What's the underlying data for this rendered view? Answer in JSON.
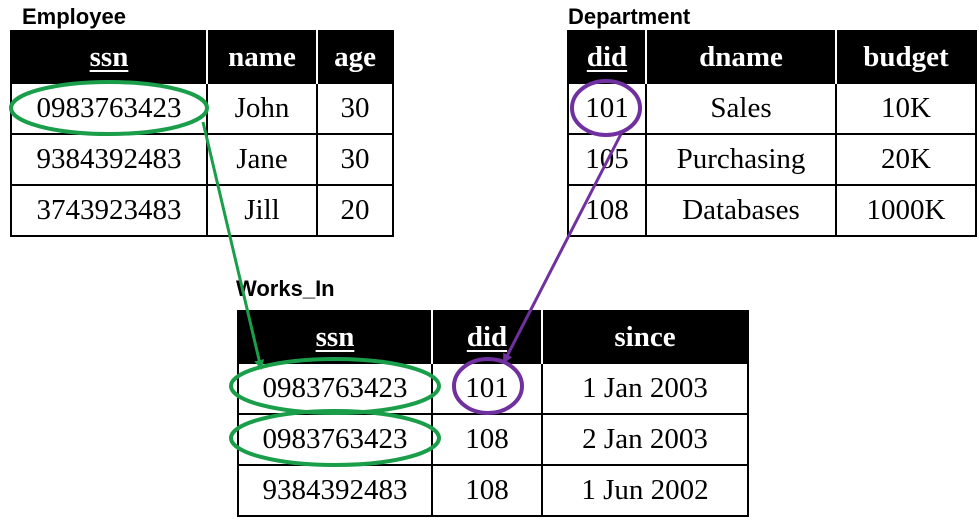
{
  "employee": {
    "title": "Employee",
    "headers": [
      "ssn",
      "name",
      "age"
    ],
    "rows": [
      [
        "0983763423",
        "John",
        "30"
      ],
      [
        "9384392483",
        "Jane",
        "30"
      ],
      [
        "3743923483",
        "Jill",
        "20"
      ]
    ]
  },
  "department": {
    "title": "Department",
    "headers": [
      "did",
      "dname",
      "budget"
    ],
    "rows": [
      [
        "101",
        "Sales",
        "10K"
      ],
      [
        "105",
        "Purchasing",
        "20K"
      ],
      [
        "108",
        "Databases",
        "1000K"
      ]
    ]
  },
  "works_in": {
    "title": "Works_In",
    "headers": [
      "ssn",
      "did",
      "since"
    ],
    "rows": [
      [
        "0983763423",
        "101",
        "1 Jan 2003"
      ],
      [
        "0983763423",
        "108",
        "2 Jan 2003"
      ],
      [
        "9384392483",
        "108",
        "1 Jun 2002"
      ]
    ]
  },
  "colors": {
    "ssn_highlight": "#1a9e4a",
    "did_highlight": "#7030a0"
  }
}
